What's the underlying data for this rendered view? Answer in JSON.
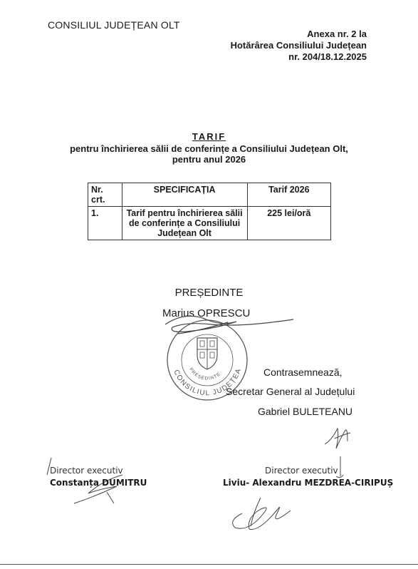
{
  "header": {
    "institution": "CONSILIUL JUDEȚEAN OLT",
    "annex_line1": "Anexa nr. 2 la",
    "annex_line2": "Hotărârea Consiliului Județean",
    "annex_line3": "nr. 204/18.12.2025"
  },
  "title": {
    "main": "TARIF",
    "line1": "pentru închirierea sălii de conferințe a Consiliului Județean Olt,",
    "line2": "pentru anul 2026"
  },
  "table": {
    "headers": [
      "Nr. crt.",
      "SPECIFICAȚIA",
      "Tarif 2026"
    ],
    "rows": [
      [
        "1.",
        "Tarif pentru închirierea sălii de conferințe a Consiliului Județean Olt",
        "225 lei/oră"
      ]
    ]
  },
  "president": {
    "role": "PREȘEDINTE",
    "name": "Marius OPRESCU"
  },
  "stamp": {
    "text": "CONSILIUL JUDEȚEAN",
    "inner": "PREȘEDINTE"
  },
  "countersign": {
    "label": "Contrasemnează,",
    "role": "Secretar General al Județului",
    "name": "Gabriel BULETEANU"
  },
  "directors": {
    "left_title": "Director executiv",
    "left_name": "Constanța DUMITRU",
    "right_title": "Director executiv",
    "right_name": "Liviu- Alexandru MEZDREA-CIRIPUȘ"
  }
}
